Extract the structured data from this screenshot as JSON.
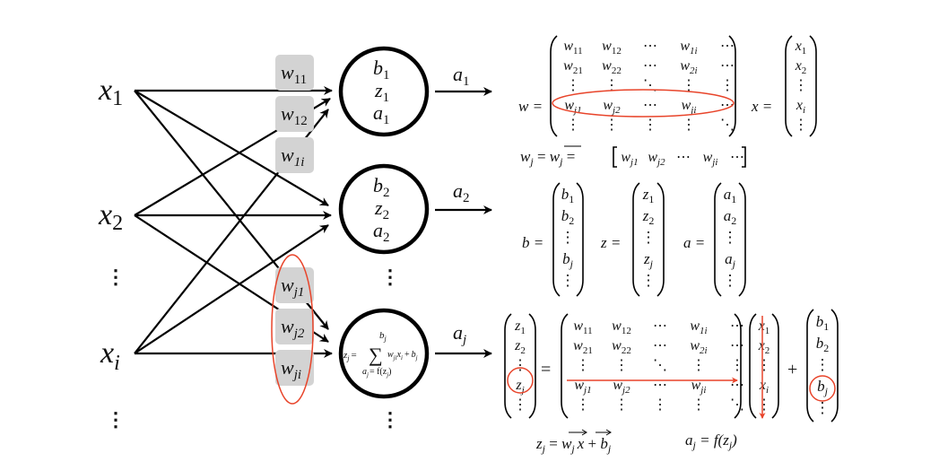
{
  "network": {
    "inputs": [
      {
        "name": "x",
        "sub": "1"
      },
      {
        "name": "x",
        "sub": "2"
      },
      {
        "name": "x",
        "sub": "i"
      }
    ],
    "ellipsis": "⋮",
    "weights_top": [
      {
        "name": "w",
        "sub": "11"
      },
      {
        "name": "w",
        "sub": "12"
      },
      {
        "name": "w",
        "sub": "1i"
      }
    ],
    "weights_bottom": [
      {
        "name": "w",
        "sub": "j1"
      },
      {
        "name": "w",
        "sub": "j2"
      },
      {
        "name": "w",
        "sub": "ji"
      }
    ],
    "neurons": [
      {
        "lines": [
          [
            "b",
            "1"
          ],
          [
            "z",
            "1"
          ],
          [
            "a",
            "1"
          ]
        ],
        "output": [
          "a",
          "1"
        ]
      },
      {
        "lines": [
          [
            "b",
            "2"
          ],
          [
            "z",
            "2"
          ],
          [
            "a",
            "2"
          ]
        ],
        "output": [
          "a",
          "2"
        ]
      },
      {
        "output": [
          "a",
          "j"
        ]
      }
    ],
    "neuron_j_formula": {
      "sum_top": "b",
      "sum_top_sub": "j",
      "lhs": "z",
      "lhs_sub": "j",
      "eq": "=",
      "sigma": "∑",
      "term": "w",
      "term_sub": "ji",
      "term2": "x",
      "term2_sub": "i",
      "plus": "+",
      "bias": "b",
      "bias_sub": "j",
      "act": "a",
      "act_sub": "j",
      "act_rhs": "= f(z",
      "act_rhs_sub": "j",
      "act_close": ")"
    }
  },
  "equations": {
    "w_label": "w =",
    "w_matrix": [
      [
        [
          "w",
          "11"
        ],
        [
          "w",
          "12"
        ],
        [
          "⋯",
          ""
        ],
        [
          "w",
          "1i"
        ],
        [
          "⋯",
          ""
        ]
      ],
      [
        [
          "w",
          "21"
        ],
        [
          "w",
          "22"
        ],
        [
          "⋯",
          ""
        ],
        [
          "w",
          "2i"
        ],
        [
          "⋯",
          ""
        ]
      ],
      [
        [
          "⋮",
          ""
        ],
        [
          "⋮",
          ""
        ],
        [
          "⋱",
          ""
        ],
        [
          "⋮",
          ""
        ],
        [
          "⋮",
          ""
        ]
      ],
      [
        [
          "w",
          "j1"
        ],
        [
          "w",
          "j2"
        ],
        [
          "⋯",
          ""
        ],
        [
          "w",
          "ji"
        ],
        [
          "⋯",
          ""
        ]
      ],
      [
        [
          "⋮",
          ""
        ],
        [
          "⋮",
          ""
        ],
        [
          "⋮",
          ""
        ],
        [
          "⋮",
          ""
        ],
        [
          "⋱",
          ""
        ]
      ]
    ],
    "x_label": "x =",
    "x_vector": [
      [
        "x",
        "1"
      ],
      [
        "x",
        "2"
      ],
      [
        "⋮",
        ""
      ],
      [
        "x",
        "i"
      ],
      [
        "⋮",
        ""
      ]
    ],
    "wj_row_label": "w",
    "wj_row_sub": "j",
    "wj_row_eq": "=",
    "wj_row_vec": "w",
    "wj_row_vec_sub": "j",
    "wj_row_eq2": "=",
    "wj_row": [
      [
        "w",
        "j1"
      ],
      [
        "w",
        "j2"
      ],
      [
        "⋯",
        ""
      ],
      [
        "w",
        "ji"
      ],
      [
        "⋯",
        ""
      ]
    ],
    "b_label": "b =",
    "b_vector": [
      [
        "b",
        "1"
      ],
      [
        "b",
        "2"
      ],
      [
        "⋮",
        ""
      ],
      [
        "b",
        "j"
      ],
      [
        "⋮",
        ""
      ]
    ],
    "z_label": "z =",
    "z_vector": [
      [
        "z",
        "1"
      ],
      [
        "z",
        "2"
      ],
      [
        "⋮",
        ""
      ],
      [
        "z",
        "j"
      ],
      [
        "⋮",
        ""
      ]
    ],
    "a_label": "a =",
    "a_vector": [
      [
        "a",
        "1"
      ],
      [
        "a",
        "2"
      ],
      [
        "⋮",
        ""
      ],
      [
        "a",
        "j"
      ],
      [
        "⋮",
        ""
      ]
    ],
    "eq_sign": "=",
    "plus_sign": "+",
    "zj_formula": {
      "lhs": "z",
      "lhs_sub": "j",
      "eq": "=",
      "w": "w",
      "w_sub": "j",
      "x": "x",
      "plus": "+",
      "b": "b",
      "b_sub": "j"
    },
    "aj_formula": {
      "lhs": "a",
      "lhs_sub": "j",
      "rhs": "= f(z",
      "rhs_sub": "j",
      "close": ")"
    }
  },
  "colors": {
    "highlight": "#e8442a",
    "weight_box": "#d3d3d3",
    "stroke": "#000000"
  }
}
